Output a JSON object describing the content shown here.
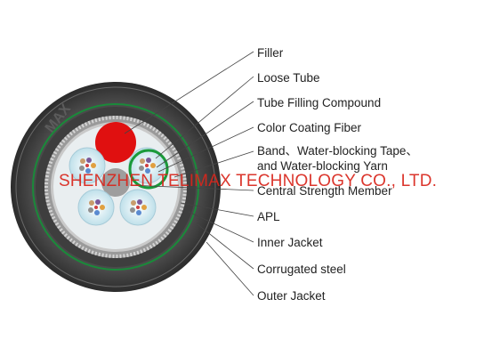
{
  "diagram": {
    "labels": [
      "Filler",
      "Loose Tube",
      "Tube Filling Compound",
      "Color Coating Fiber",
      "Band、Water-blocking Tape、",
      "and Water-blocking Yarn",
      "Central Strength Member",
      "APL",
      "Inner Jacket",
      "Corrugated steel",
      "Outer Jacket"
    ],
    "watermark": "SHENZHEN TELIMAX TECHNOLOGY CO., LTD.",
    "jacket_marking": "MAX",
    "colors": {
      "outer_jacket": "#3a3a3a",
      "corrugated_steel": "#8c8c8c",
      "water_blocking_ring": "#1a8a3a",
      "filler": "#e01010",
      "loose_tube_fill": "#cfe6ee",
      "central_member": "#9a9a9a",
      "watermark": "#d9261c"
    }
  }
}
